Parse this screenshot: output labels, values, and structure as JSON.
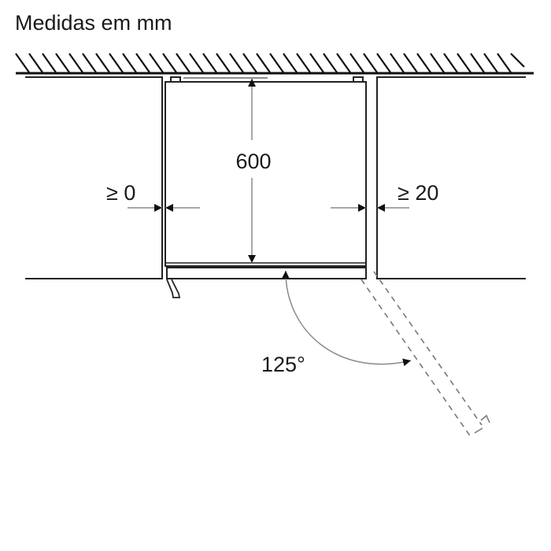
{
  "title": "Medidas em mm",
  "dimensions": {
    "depth": "600",
    "left_gap": "≥ 0",
    "right_gap": "≥ 20",
    "door_angle": "125°"
  },
  "colors": {
    "line": "#1a1a1a",
    "dim_line": "#8a8a8a",
    "dashed": "#7a7a7a",
    "background": "#ffffff"
  }
}
